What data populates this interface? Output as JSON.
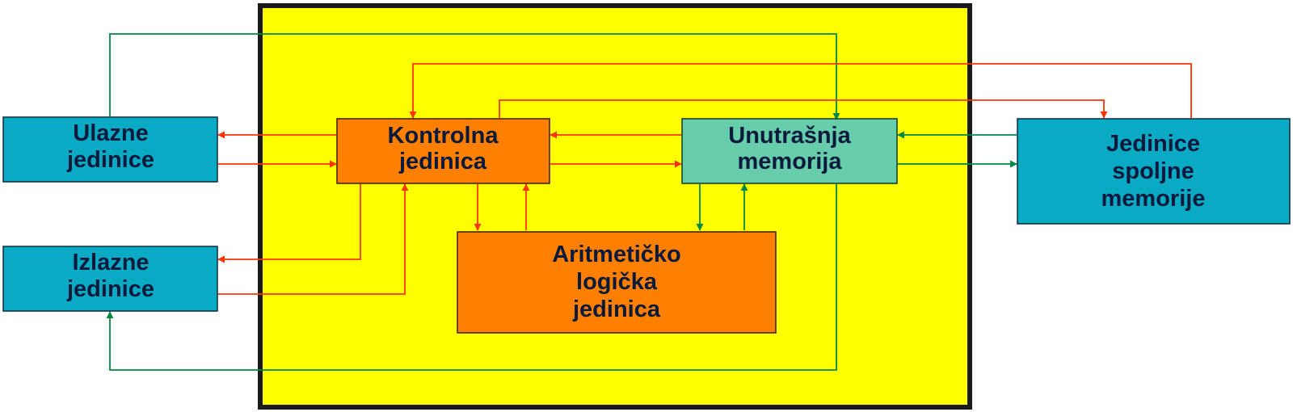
{
  "blocks": {
    "ulazne": {
      "line1": "Ulazne",
      "line2": "jedinice"
    },
    "izlazne": {
      "line1": "Izlazne",
      "line2": "jedinice"
    },
    "kontrolna": {
      "line1": "Kontrolna",
      "line2": "jedinica"
    },
    "unutrasnja": {
      "line1": "Unutrašnja",
      "line2": "memorija"
    },
    "alu": {
      "line1": "Aritmetičko",
      "line2": "logička",
      "line3": "jedinica"
    },
    "spoljne": {
      "line1": "Jedinice",
      "line2": "spoljne",
      "line3": "memorije"
    }
  },
  "colors": {
    "frame_fill": "#ffff00",
    "frame_border": "#1a1a1a",
    "io_box": "#0aaac4",
    "control_box": "#ff8000",
    "memory_box": "#66ccaa",
    "red_line": "#ff3300",
    "green_line": "#008844"
  }
}
